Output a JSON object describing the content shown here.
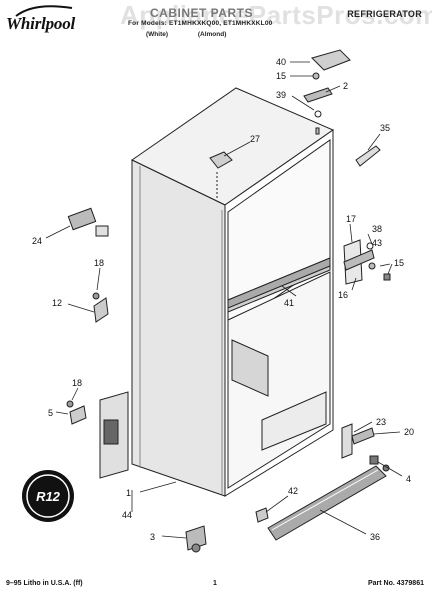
{
  "header": {
    "brand": "Whirlpool",
    "title": "CABINET PARTS",
    "models": "For Models: ET1MHKXKQ00, ET1MHKXKL00",
    "variants": [
      "(White)",
      "(Almond)"
    ],
    "category": "REFRIGERATOR"
  },
  "watermark": "AppliancePartsPros.com",
  "badge": "R12",
  "callouts": {
    "p40": "40",
    "p15a": "15",
    "p2": "2",
    "p39": "39",
    "p35": "35",
    "p27": "27",
    "p24": "24",
    "p17": "17",
    "p38": "38",
    "p43": "43",
    "p15b": "15",
    "p18a": "18",
    "p41": "41",
    "p16": "16",
    "p12": "12",
    "p18b": "18",
    "p5": "5",
    "p23": "23",
    "p20": "20",
    "p4": "4",
    "p1": "1",
    "p44": "44",
    "p42": "42",
    "p36": "36",
    "p3": "3"
  },
  "footer": {
    "left": "9–95 Litho in U.S.A. (ff)",
    "center": "1",
    "right": "Part No. 4379861"
  },
  "colors": {
    "line": "#222222",
    "shade": "#9a9a9a",
    "light": "#d8d8d8"
  }
}
